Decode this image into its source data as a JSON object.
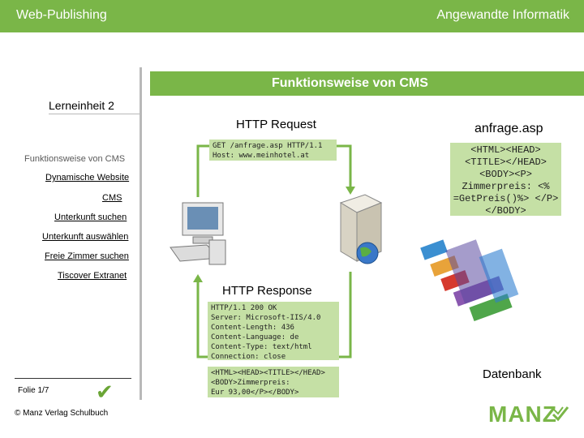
{
  "header": {
    "left_title": "Web-Publishing",
    "right_title": "Angewandte Informatik"
  },
  "slide": {
    "title": "Funktionsweise von CMS",
    "section": "Lerneinheit 2"
  },
  "nav": {
    "current": "Funktionsweise von CMS",
    "items": [
      "Dynamische Website",
      "CMS",
      "Unterkunft suchen",
      "Unterkunft auswählen",
      "Freie Zimmer suchen",
      "Tiscover Extranet"
    ]
  },
  "diagram": {
    "request_label": "HTTP Request",
    "request_text": "GET /anfrage.asp HTTP/1.1\nHost: www.meinhotel.at",
    "file_label": "anfrage.asp",
    "file_text": "<HTML><HEAD>\n<TITLE></HEAD>\n<BODY><P>\nZimmerpreis:\n<% =GetPreis()%>\n</P></BODY>",
    "response_label": "HTTP Response",
    "response_header": "HTTP/1.1 200 OK\nServer: Microsoft-IIS/4.0\nContent-Length: 436\nContent-Language: de\nContent-Type: text/html\nConnection: close",
    "response_body": "<HTML><HEAD><TITLE></HEAD>\n<BODY>Zimmerpreis:\nEur 93,00</P></BODY>",
    "db_label": "Datenbank",
    "icons": [
      "client-computer-icon",
      "server-icon",
      "globe-icon",
      "database-icon"
    ]
  },
  "footer": {
    "slide": "Folie 1/7",
    "copyright": "© Manz Verlag Schulbuch",
    "logo": "MANZ"
  },
  "colors": {
    "accent": "#7ab648",
    "box": "#c5e0a5"
  }
}
